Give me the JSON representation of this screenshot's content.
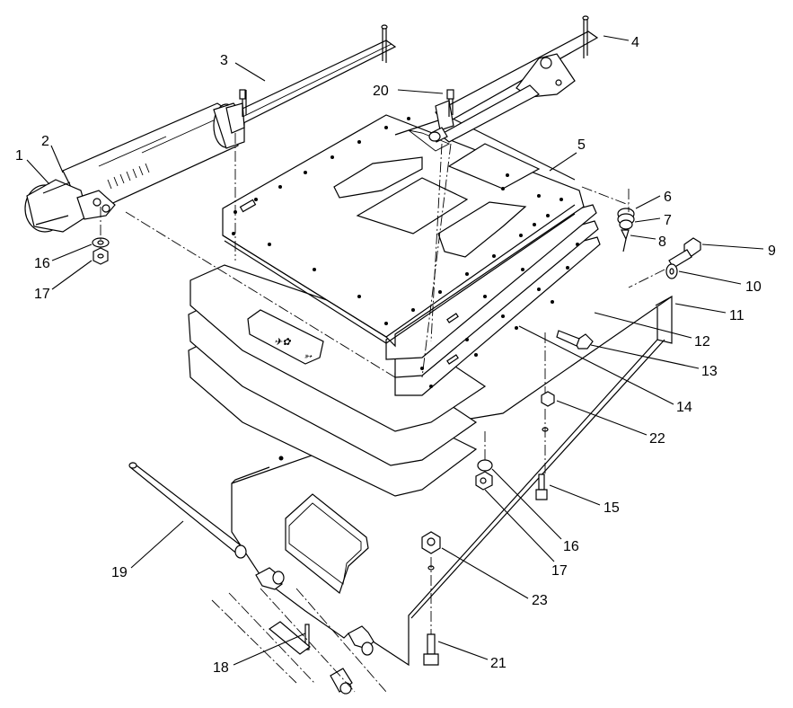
{
  "diagram": {
    "callouts": [
      {
        "id": "c1",
        "label": "1"
      },
      {
        "id": "c2",
        "label": "2"
      },
      {
        "id": "c3",
        "label": "3"
      },
      {
        "id": "c4",
        "label": "4"
      },
      {
        "id": "c5",
        "label": "5"
      },
      {
        "id": "c6",
        "label": "6"
      },
      {
        "id": "c7",
        "label": "7"
      },
      {
        "id": "c8",
        "label": "8"
      },
      {
        "id": "c9",
        "label": "9"
      },
      {
        "id": "c10",
        "label": "10"
      },
      {
        "id": "c11",
        "label": "11"
      },
      {
        "id": "c12",
        "label": "12"
      },
      {
        "id": "c13",
        "label": "13"
      },
      {
        "id": "c14",
        "label": "14"
      },
      {
        "id": "c15",
        "label": "15"
      },
      {
        "id": "c16a",
        "label": "16"
      },
      {
        "id": "c16b",
        "label": "16"
      },
      {
        "id": "c17a",
        "label": "17"
      },
      {
        "id": "c17b",
        "label": "17"
      },
      {
        "id": "c18",
        "label": "18"
      },
      {
        "id": "c19",
        "label": "19"
      },
      {
        "id": "c20",
        "label": "20"
      },
      {
        "id": "c21",
        "label": "21"
      },
      {
        "id": "c22",
        "label": "22"
      },
      {
        "id": "c23",
        "label": "23"
      }
    ]
  }
}
